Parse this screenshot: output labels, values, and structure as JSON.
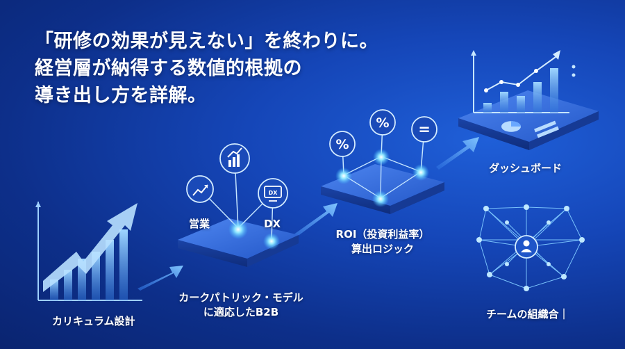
{
  "headline": {
    "line1": "「研修の効果が見えない」を終わりに。",
    "line2": "経営層が納得する数値的根拠の",
    "line3": "導き出し方を詳解。"
  },
  "steps": {
    "curriculum": "カリキュラム設計",
    "kirkpatrick_line1": "カークパトリック・モデル",
    "kirkpatrick_line2": "に適応したB2B",
    "roi_line1": "ROI（投資利益率）",
    "roi_line2": "算出ロジック",
    "dashboard": "ダッシュボード",
    "team": "チームの組織合｜"
  },
  "nodes": {
    "sales": "営業",
    "dx": "DX",
    "dx_icon": "DX",
    "percent1": "%",
    "percent2": "%",
    "equals": "="
  },
  "colors": {
    "accent": "#8fd8ff",
    "glow": "#5ad2ff",
    "arrow": "#3f9bff"
  }
}
